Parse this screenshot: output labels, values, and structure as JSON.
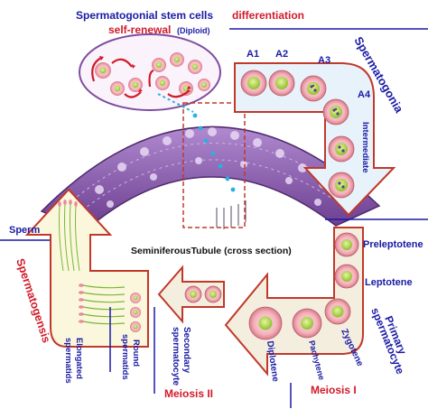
{
  "labels": {
    "stem_cells": "Spermatogonial stem cells",
    "self_renewal": "self-renewal",
    "diploid": "(Diploid)",
    "differentiation": "differentiation",
    "a1": "A1",
    "a2": "A2",
    "a3": "A3",
    "a4": "A4",
    "spermatogonia": "Spermatogonia",
    "intermediate": "Intermediate",
    "tubule": "SeminiferousTubule (cross section)",
    "preleptotene": "Preleptotene",
    "leptotene": "Leptotene",
    "zygotene": "Zygotene",
    "pachytene": "Pachytene",
    "diplotene": "Diplotene",
    "primary_line1": "Primary",
    "primary_line2": "spermatocyte",
    "meiosis1": "Meiosis I",
    "meiosis2": "Meiosis II",
    "secondary_line1": "Secondary",
    "secondary_line2": "spermatocyte",
    "round_line1": "Round",
    "round_line2": "spermatids",
    "elongated_line1": "Elongated",
    "elongated_line2": "spermatids",
    "sperm": "Sperm",
    "spermatogenesis": "Spermatogensis"
  },
  "colors": {
    "label_blue": "#1a1aa6",
    "label_red": "#d11a2a",
    "arrow_fill": "#f1e6d6",
    "arrow_stroke": "#c0392b",
    "blue_arrow_fill": "#e3f0f8",
    "tubule_purple": "#7a4d9c",
    "cell_pink": "#f2a7b0",
    "nucleus_green": "#a8d04a"
  }
}
